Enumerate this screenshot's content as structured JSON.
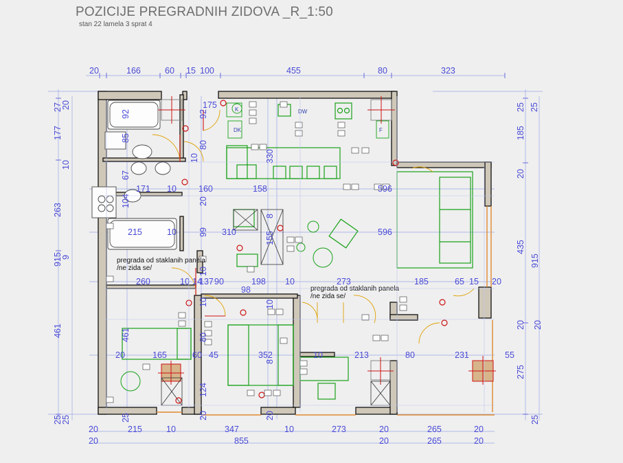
{
  "header": {
    "title": "POZICIJE PREGRADNIH ZIDOVA _R_1:50",
    "subtitle": "stan 22 lamela 3 sprat 4"
  },
  "dimensions": {
    "top_row": [
      "20",
      "166",
      "60",
      "15",
      "100",
      "455",
      "80",
      "323"
    ],
    "bottom_row1": [
      "20",
      "215",
      "10",
      "347",
      "10",
      "273",
      "20",
      "265",
      "20"
    ],
    "bottom_row2": [
      "20",
      "855",
      "20",
      "265",
      "20"
    ],
    "left_outer": [
      "27",
      "177",
      "263",
      "915",
      "461",
      "25"
    ],
    "left_inner": [
      "20",
      "10",
      "9",
      "25"
    ],
    "right_outer": [
      "25",
      "185",
      "435",
      "915",
      "275",
      "25"
    ],
    "right_inner": [
      "25",
      "20",
      "20"
    ],
    "interior": [
      "92",
      "85",
      "67",
      "104",
      "92",
      "80",
      "10",
      "175",
      "330",
      "171",
      "10",
      "160",
      "158",
      "596",
      "215",
      "10",
      "99",
      "310",
      "155",
      "8",
      "596",
      "260",
      "10",
      "137",
      "14",
      "90",
      "198",
      "10",
      "273",
      "185",
      "65",
      "15",
      "20",
      "98",
      "10",
      "461",
      "20",
      "165",
      "60",
      "45",
      "352",
      "10",
      "213",
      "80",
      "231",
      "55",
      "124",
      "80",
      "10",
      "25",
      "20",
      "20",
      "20",
      "10",
      "20",
      "8"
    ]
  },
  "notes": {
    "glass_left": "pregrada od staklanih panela",
    "glass_left_2": "/ne zida se/",
    "glass_right": "pregrada od staklanih panela",
    "glass_right_2": "/ne zida se/"
  },
  "appliances": {
    "dw": "DW",
    "k": "K",
    "dk": "DK",
    "f": "F"
  },
  "colors": {
    "wall_fill": "#cfc8b9",
    "wall_edge": "#111111",
    "dim": "#4a4ad8",
    "furniture": "#18a018",
    "door_arc": "#d8a000",
    "marker": "#cc1111"
  }
}
